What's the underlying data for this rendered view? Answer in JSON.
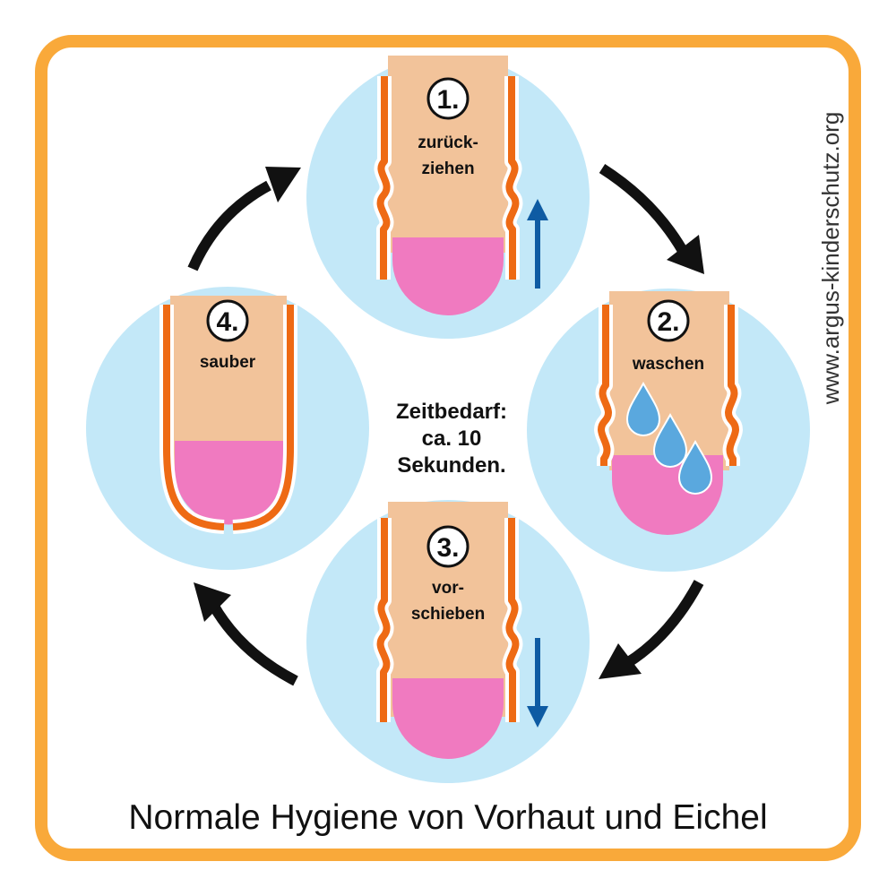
{
  "diagram": {
    "title": "Normale Hygiene von Vorhaut und Eichel",
    "website": "www.argus-kinderschutz.org",
    "center": [
      "Zeitbedarf:",
      "ca. 10",
      "Sekunden."
    ],
    "steps": [
      {
        "number": "1.",
        "lines": [
          "zurück-",
          "ziehen"
        ]
      },
      {
        "number": "2.",
        "lines": [
          "waschen"
        ]
      },
      {
        "number": "3.",
        "lines": [
          "vor-",
          "schieben"
        ]
      },
      {
        "number": "4.",
        "lines": [
          "sauber"
        ]
      }
    ]
  },
  "colors": {
    "frame": "#F9A93A",
    "circle": "#C3E8F8",
    "skin": "#F2C39A",
    "glans": "#F07AC0",
    "foreskin": "#EE6A14",
    "arrow": "#111111",
    "motion_arrow": "#0E5BA3",
    "drop": "#5AA8DE"
  }
}
